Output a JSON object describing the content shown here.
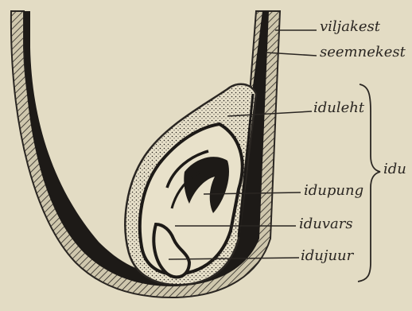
{
  "labels": {
    "viljakest": "viljakest",
    "seemnekest": "seemnekest",
    "iduleht": "iduleht",
    "idupung": "idupung",
    "iduvars": "iduvars",
    "idujuur": "idujuur",
    "idu": "idu"
  },
  "colors": {
    "background": "#e3dcc4",
    "ink": "#2a2622",
    "hatch_fill": "#cfc7ad"
  }
}
